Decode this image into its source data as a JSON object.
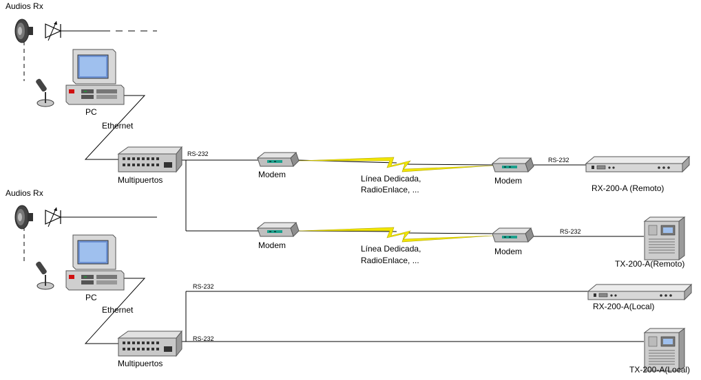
{
  "labels": {
    "audios_top": "Audios Rx",
    "audios_bottom": "Audios Rx",
    "pc_top": "PC",
    "pc_bottom": "PC",
    "ethernet_top": "Ethernet",
    "ethernet_bottom": "Ethernet",
    "multipuertos_top": "Multipuertos",
    "multipuertos_bottom": "Multipuertos",
    "rs232_1": "RS-232",
    "rs232_2": "RS-232",
    "rs232_3": "RS-232",
    "rs232_4": "RS-232",
    "rs232_5": "RS-232",
    "modem_1": "Modem",
    "modem_2": "Modem",
    "modem_3": "Modem",
    "modem_4": "Modem",
    "link_1_line1": "Línea Dedicada,",
    "link_1_line2": "RadioEnlace, ...",
    "link_2_line1": "Línea Dedicada,",
    "link_2_line2": "RadioEnlace, ...",
    "rx_remoto": "RX-200-A (Remoto)",
    "tx_remoto": "TX-200-A(Remoto)",
    "rx_local": "RX-200-A(Local)",
    "tx_local": "TX-200-A(Local)"
  },
  "colors": {
    "line": "#000000",
    "device_gray": "#c8c8c8",
    "device_dark": "#8c8c8c",
    "screen": "#7fa6e0",
    "lightning": "#f2e600",
    "modem_led": "#1aa08c"
  }
}
